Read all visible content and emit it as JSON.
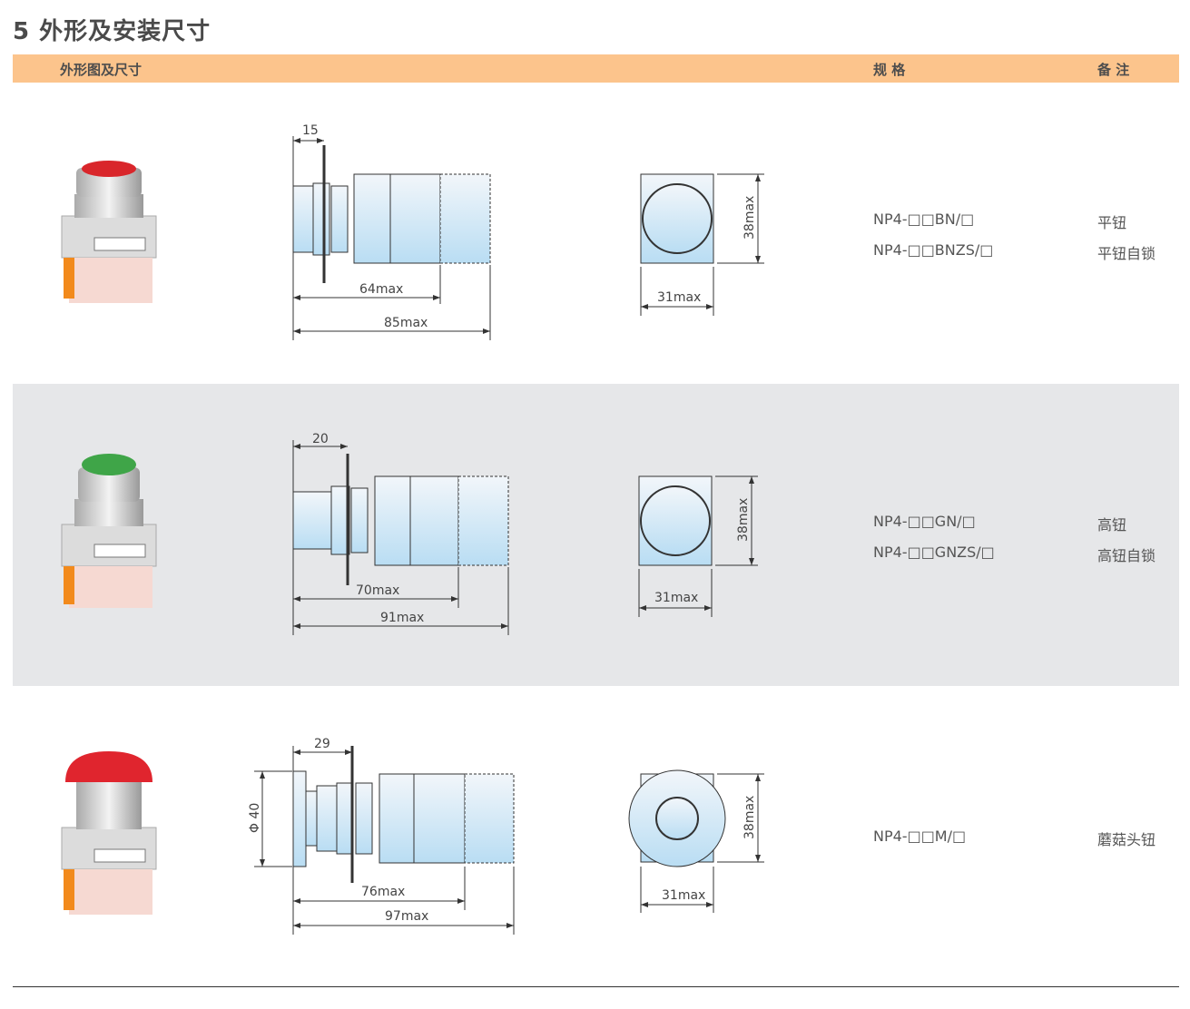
{
  "section_title": "5 外形及安装尺寸",
  "table_header": {
    "col_dimensions": "外形图及尺寸",
    "col_spec": "规 格",
    "col_remark": "备 注"
  },
  "rows": [
    {
      "button_color": "#d9262b",
      "dims": {
        "panel": "15",
        "inner": "64max",
        "total": "85max",
        "height": "38max",
        "width": "31max"
      },
      "specs": [
        {
          "model": "NP4-□□BN/□",
          "remark": "平钮"
        },
        {
          "model": "NP4-□□BNZS/□",
          "remark": "平钮自锁"
        }
      ]
    },
    {
      "button_color": "#3fa548",
      "dims": {
        "panel": "20",
        "inner": "70max",
        "total": "91max",
        "height": "38max",
        "width": "31max"
      },
      "specs": [
        {
          "model": "NP4-□□GN/□",
          "remark": "高钮"
        },
        {
          "model": "NP4-□□GNZS/□",
          "remark": "高钮自锁"
        }
      ]
    },
    {
      "button_color": "#e0252e",
      "dims": {
        "panel": "29",
        "diameter": "Φ 40",
        "inner": "76max",
        "total": "97max",
        "height": "38max",
        "width": "31max"
      },
      "specs": [
        {
          "model": "NP4-□□M/□",
          "remark": "蘑菇头钮"
        }
      ]
    }
  ]
}
